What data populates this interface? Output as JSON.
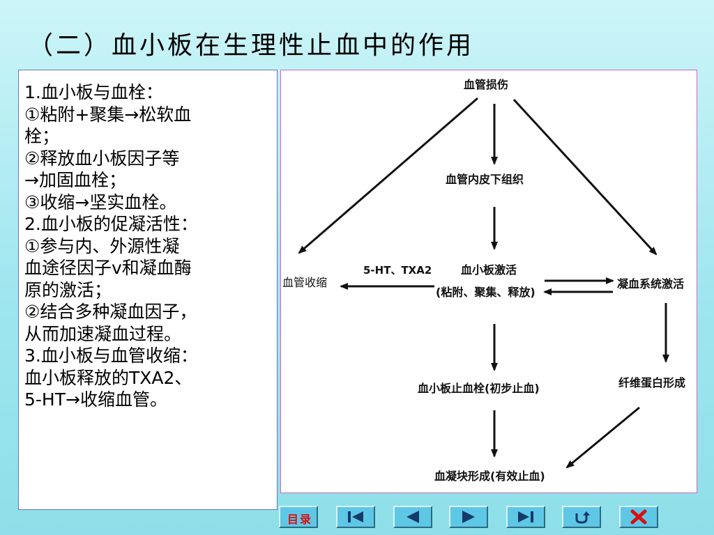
{
  "slide": {
    "title": "（二）血小板在生理性止血中的作用",
    "text_lines": [
      "1.血小板与血栓：",
      " ①粘附+聚集→松软血",
      "栓；",
      " ②释放血小板因子等",
      "→加固血栓；",
      " ③收缩→坚实血栓。",
      "2.血小板的促凝活性：",
      " ①参与内、外源性凝",
      "血途径因子v和凝血酶",
      "原的激活；",
      " ②结合多种凝血因子，",
      "从而加速凝血过程。",
      "3.血小板与血管收缩：",
      "  血小板释放的TXA2、",
      "5-HT→收缩血管。"
    ]
  },
  "diagram": {
    "nodes": {
      "vessel_injury": "血管损伤",
      "subendothelium": "血管内皮下组织",
      "vasoconstriction": "血管收缩",
      "mediators": "5-HT、TXA2",
      "platelet_activation_1": "血小板激活",
      "platelet_activation_2": "(粘附、聚集、释放)",
      "coagulation_activation": "凝血系统激活",
      "platelet_plug": "血小板止血栓(初步止血)",
      "fibrin_formation": "纤维蛋白形成",
      "clot_formation": "血凝块形成(有效止血)"
    }
  },
  "nav": {
    "menu_label": "目录",
    "icons": [
      "first-page-icon",
      "previous-page-icon",
      "next-page-icon",
      "last-page-icon",
      "return-icon",
      "close-icon"
    ]
  }
}
